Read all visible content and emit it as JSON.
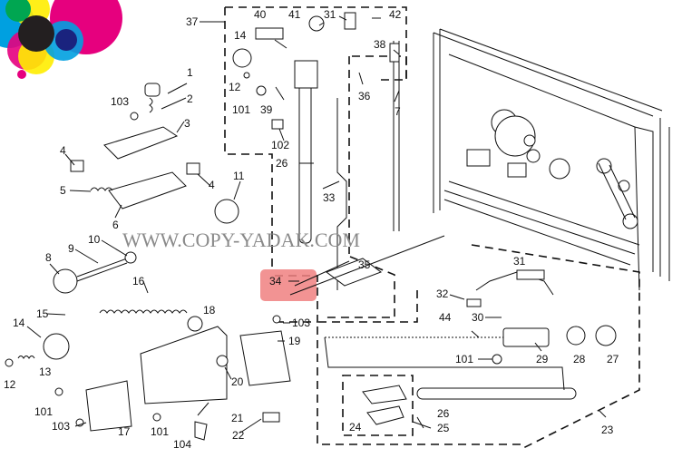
{
  "diagram": {
    "type": "exploded-parts-diagram",
    "watermark": "WWW.COPY-YADAK.COM",
    "highlight": {
      "callout": "34",
      "color": "#f08080"
    },
    "callouts": [
      {
        "id": "c37",
        "label": "37"
      },
      {
        "id": "c40",
        "label": "40"
      },
      {
        "id": "c41",
        "label": "41"
      },
      {
        "id": "c31a",
        "label": "31"
      },
      {
        "id": "c42",
        "label": "42"
      },
      {
        "id": "c14a",
        "label": "14"
      },
      {
        "id": "c38",
        "label": "38"
      },
      {
        "id": "c12a",
        "label": "12"
      },
      {
        "id": "c36",
        "label": "36"
      },
      {
        "id": "c101a",
        "label": "101"
      },
      {
        "id": "c39",
        "label": "39"
      },
      {
        "id": "c7",
        "label": "7"
      },
      {
        "id": "c102",
        "label": "102"
      },
      {
        "id": "c1",
        "label": "1"
      },
      {
        "id": "c2",
        "label": "2"
      },
      {
        "id": "c103a",
        "label": "103"
      },
      {
        "id": "c3",
        "label": "3"
      },
      {
        "id": "c4a",
        "label": "4"
      },
      {
        "id": "c4b",
        "label": "4"
      },
      {
        "id": "c5",
        "label": "5"
      },
      {
        "id": "c6",
        "label": "6"
      },
      {
        "id": "c11",
        "label": "11"
      },
      {
        "id": "c26a",
        "label": "26"
      },
      {
        "id": "c33",
        "label": "33"
      },
      {
        "id": "c10",
        "label": "10"
      },
      {
        "id": "c9",
        "label": "9"
      },
      {
        "id": "c8",
        "label": "8"
      },
      {
        "id": "c16",
        "label": "16"
      },
      {
        "id": "c34",
        "label": "34"
      },
      {
        "id": "c35",
        "label": "35"
      },
      {
        "id": "c15",
        "label": "15"
      },
      {
        "id": "c18",
        "label": "18"
      },
      {
        "id": "c14b",
        "label": "14"
      },
      {
        "id": "c13",
        "label": "13"
      },
      {
        "id": "c12b",
        "label": "12"
      },
      {
        "id": "c103b",
        "label": "103"
      },
      {
        "id": "c19",
        "label": "19"
      },
      {
        "id": "c20",
        "label": "20"
      },
      {
        "id": "c101b",
        "label": "101"
      },
      {
        "id": "c103c",
        "label": "103"
      },
      {
        "id": "c17",
        "label": "17"
      },
      {
        "id": "c101c",
        "label": "101"
      },
      {
        "id": "c21",
        "label": "21"
      },
      {
        "id": "c104",
        "label": "104"
      },
      {
        "id": "c22",
        "label": "22"
      },
      {
        "id": "c31b",
        "label": "31"
      },
      {
        "id": "c32",
        "label": "32"
      },
      {
        "id": "c30",
        "label": "30"
      },
      {
        "id": "c44",
        "label": "44"
      },
      {
        "id": "c101d",
        "label": "101"
      },
      {
        "id": "c29",
        "label": "29"
      },
      {
        "id": "c28",
        "label": "28"
      },
      {
        "id": "c27",
        "label": "27"
      },
      {
        "id": "c26b",
        "label": "26"
      },
      {
        "id": "c24",
        "label": "24"
      },
      {
        "id": "c25",
        "label": "25"
      },
      {
        "id": "c23",
        "label": "23"
      }
    ]
  }
}
